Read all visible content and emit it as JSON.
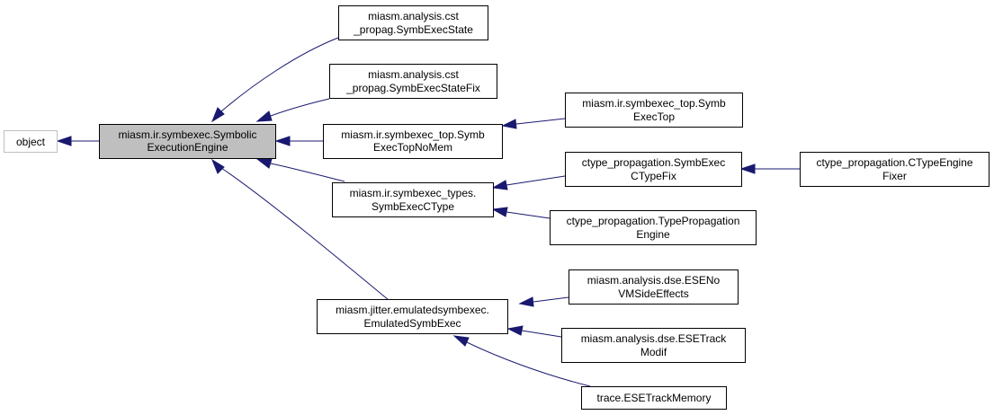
{
  "nodes": {
    "object": {
      "lines": [
        "object"
      ]
    },
    "symbolic_engine": {
      "lines": [
        "miasm.ir.symbexec.Symbolic",
        "ExecutionEngine"
      ]
    },
    "symbexec_state": {
      "lines": [
        "miasm.analysis.cst",
        "_propag.SymbExecState"
      ]
    },
    "symbexec_state_fix": {
      "lines": [
        "miasm.analysis.cst",
        "_propag.SymbExecStateFix"
      ]
    },
    "symbexec_top_nomem": {
      "lines": [
        "miasm.ir.symbexec_top.Symb",
        "ExecTopNoMem"
      ]
    },
    "symbexec_top": {
      "lines": [
        "miasm.ir.symbexec_top.Symb",
        "ExecTop"
      ]
    },
    "symbexec_ctype": {
      "lines": [
        "miasm.ir.symbexec_types.",
        "SymbExecCType"
      ]
    },
    "ctype_fix": {
      "lines": [
        "ctype_propagation.SymbExec",
        "CTypeFix"
      ]
    },
    "ctype_engine_fixer": {
      "lines": [
        "ctype_propagation.CTypeEngine",
        "Fixer"
      ]
    },
    "type_propagation_engine": {
      "lines": [
        "ctype_propagation.TypePropagation",
        "Engine"
      ]
    },
    "emulated_symbexec": {
      "lines": [
        "miasm.jitter.emulatedsymbexec.",
        "EmulatedSymbExec"
      ]
    },
    "ese_novm": {
      "lines": [
        "miasm.analysis.dse.ESENo",
        "VMSideEffects"
      ]
    },
    "ese_track_modif": {
      "lines": [
        "miasm.analysis.dse.ESETrack",
        "Modif"
      ]
    },
    "ese_track_memory": {
      "lines": [
        "trace.ESETrackMemory"
      ]
    }
  },
  "colors": {
    "edge": "#191970",
    "focus_fill": "#bfbfbf",
    "external_border": "#bfbfbf"
  }
}
